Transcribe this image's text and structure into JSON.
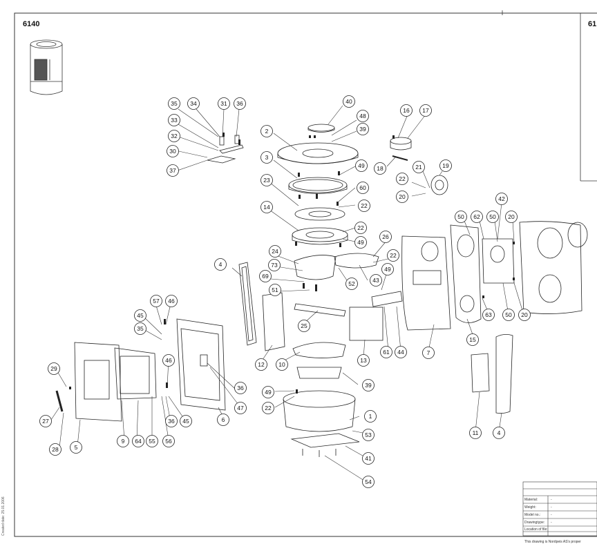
{
  "sheet": {
    "left_title": "6140",
    "right_title": "61",
    "side_note": "Created date: 25.01.2006"
  },
  "title_block": {
    "material_label": "Material:",
    "material_value": "-",
    "weight_label": "Weight:",
    "weight_value": "-",
    "model_label": "Model no.:",
    "model_value": "-",
    "drawing_type_label": "Drawingtype:",
    "drawing_type_value": "-",
    "location_label": "Location of file:",
    "footer": "This drawing is Nordpeis AS's proper"
  },
  "callouts": [
    {
      "id": "c35",
      "label": "35"
    },
    {
      "id": "c34",
      "label": "34"
    },
    {
      "id": "c31",
      "label": "31"
    },
    {
      "id": "c36a",
      "label": "36"
    },
    {
      "id": "c33",
      "label": "33"
    },
    {
      "id": "c32",
      "label": "32"
    },
    {
      "id": "c30",
      "label": "30"
    },
    {
      "id": "c37",
      "label": "37"
    },
    {
      "id": "c40",
      "label": "40"
    },
    {
      "id": "c48",
      "label": "48"
    },
    {
      "id": "c39a",
      "label": "39"
    },
    {
      "id": "c2",
      "label": "2"
    },
    {
      "id": "c3",
      "label": "3"
    },
    {
      "id": "c49a",
      "label": "49"
    },
    {
      "id": "c23",
      "label": "23"
    },
    {
      "id": "c60",
      "label": "60"
    },
    {
      "id": "c22a",
      "label": "22"
    },
    {
      "id": "c14",
      "label": "14"
    },
    {
      "id": "c22b",
      "label": "22"
    },
    {
      "id": "c49b",
      "label": "49"
    },
    {
      "id": "c16a",
      "label": "16"
    },
    {
      "id": "c17",
      "label": "17"
    },
    {
      "id": "c18",
      "label": "18"
    },
    {
      "id": "c21",
      "label": "21"
    },
    {
      "id": "c19",
      "label": "19"
    },
    {
      "id": "c22c",
      "label": "22"
    },
    {
      "id": "c20a",
      "label": "20"
    },
    {
      "id": "c42",
      "label": "42"
    },
    {
      "id": "c50a",
      "label": "50"
    },
    {
      "id": "c62",
      "label": "62"
    },
    {
      "id": "c50b",
      "label": "50"
    },
    {
      "id": "c20b",
      "label": "20"
    },
    {
      "id": "c26",
      "label": "26"
    },
    {
      "id": "c22d",
      "label": "22"
    },
    {
      "id": "c4a",
      "label": "4"
    },
    {
      "id": "c24",
      "label": "24"
    },
    {
      "id": "c73",
      "label": "73"
    },
    {
      "id": "c69",
      "label": "69"
    },
    {
      "id": "c51",
      "label": "51"
    },
    {
      "id": "c52",
      "label": "52"
    },
    {
      "id": "c43",
      "label": "43"
    },
    {
      "id": "c49c",
      "label": "49"
    },
    {
      "id": "c63",
      "label": "63"
    },
    {
      "id": "c50c",
      "label": "50"
    },
    {
      "id": "c20c",
      "label": "20"
    },
    {
      "id": "c57",
      "label": "57"
    },
    {
      "id": "c46a",
      "label": "46"
    },
    {
      "id": "c45a",
      "label": "45"
    },
    {
      "id": "c35b",
      "label": "35"
    },
    {
      "id": "c25",
      "label": "25"
    },
    {
      "id": "c12",
      "label": "12"
    },
    {
      "id": "c10",
      "label": "10"
    },
    {
      "id": "c13",
      "label": "13"
    },
    {
      "id": "c61",
      "label": "61"
    },
    {
      "id": "c44",
      "label": "44"
    },
    {
      "id": "c7",
      "label": "7"
    },
    {
      "id": "c15",
      "label": "15"
    },
    {
      "id": "c29",
      "label": "29"
    },
    {
      "id": "c46b",
      "label": "46"
    },
    {
      "id": "c36b",
      "label": "36"
    },
    {
      "id": "c47",
      "label": "47"
    },
    {
      "id": "c39b",
      "label": "39"
    },
    {
      "id": "c49d",
      "label": "49"
    },
    {
      "id": "c22e",
      "label": "22"
    },
    {
      "id": "c27",
      "label": "27"
    },
    {
      "id": "c36c",
      "label": "36"
    },
    {
      "id": "c45b",
      "label": "45"
    },
    {
      "id": "c6",
      "label": "6"
    },
    {
      "id": "c1",
      "label": "1"
    },
    {
      "id": "c53",
      "label": "53"
    },
    {
      "id": "c28",
      "label": "28"
    },
    {
      "id": "c5",
      "label": "5"
    },
    {
      "id": "c9",
      "label": "9"
    },
    {
      "id": "c64",
      "label": "64"
    },
    {
      "id": "c55",
      "label": "55"
    },
    {
      "id": "c56",
      "label": "56"
    },
    {
      "id": "c11",
      "label": "11"
    },
    {
      "id": "c4b",
      "label": "4"
    },
    {
      "id": "c41",
      "label": "41"
    },
    {
      "id": "c54",
      "label": "54"
    }
  ]
}
